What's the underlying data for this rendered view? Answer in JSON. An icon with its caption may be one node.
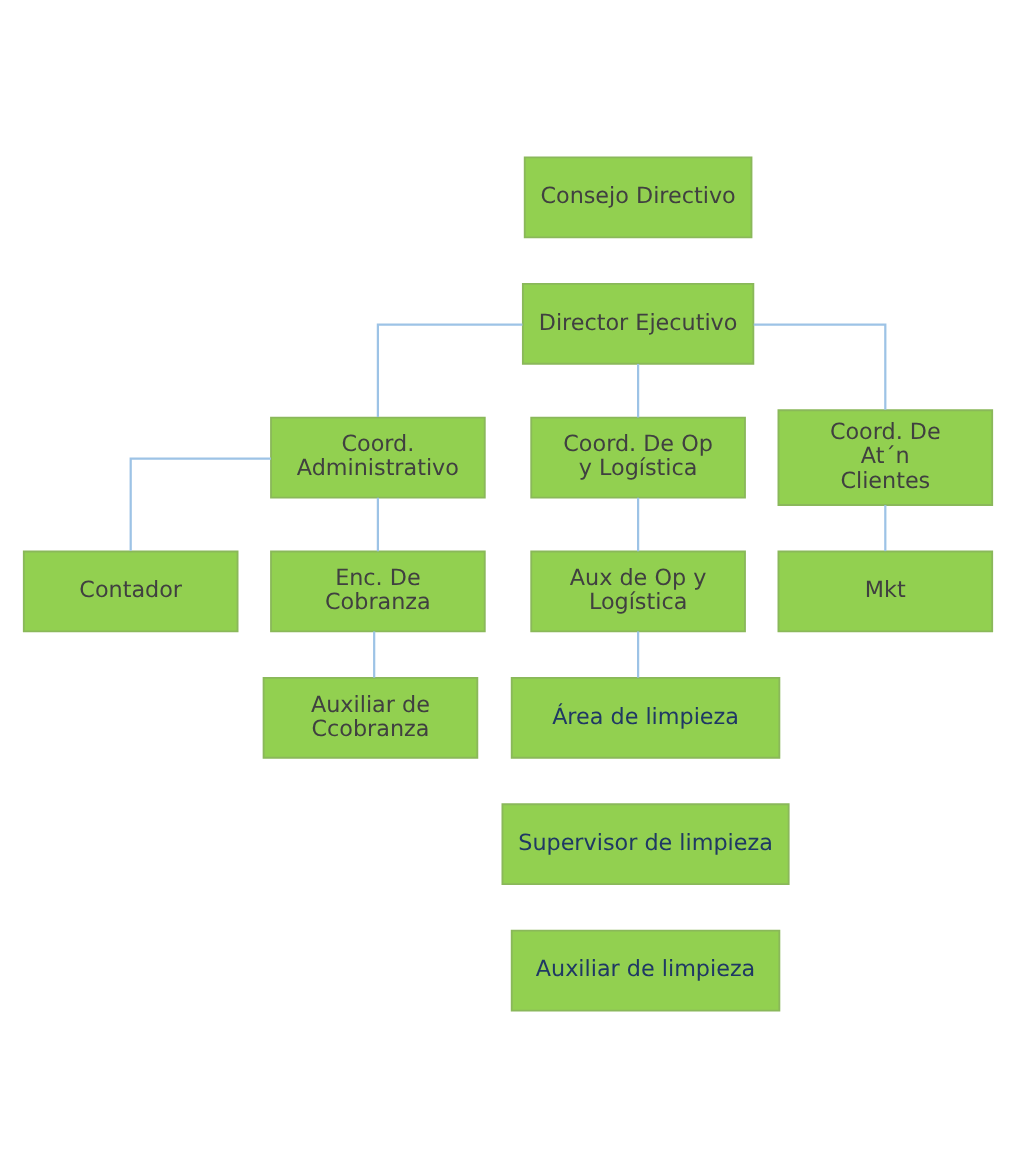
{
  "diagram": {
    "nodes": [
      {
        "text": [
          "Consejo Directivo"
        ]
      },
      {
        "text": [
          "Director Ejecutivo"
        ]
      },
      {
        "text": [
          "Coord. Administrativo"
        ]
      },
      {
        "text": [
          "Coord. De Op y Logística"
        ]
      },
      {
        "text": [
          "Coord. De At´n Clientes"
        ]
      },
      {
        "text": [
          "Contador"
        ]
      },
      {
        "text": [
          "Enc. De Cobranza"
        ]
      },
      {
        "text": [
          "Aux de Op y Logística"
        ]
      },
      {
        "text": [
          "Mkt"
        ]
      },
      {
        "text": [
          "Auxiliar de Ccobranza"
        ]
      },
      {
        "text": [
          "Área de limpieza"
        ]
      },
      {
        "text": [
          "Supervisor de limpieza"
        ]
      },
      {
        "text": [
          "Auxiliar de limpieza"
        ]
      }
    ],
    "edges": [
      {
        "from": 1,
        "to": 2,
        "arrow": "none"
      },
      {
        "from": 1,
        "to": 3,
        "arrow": "none"
      },
      {
        "from": 1,
        "to": 4,
        "arrow": "none"
      },
      {
        "from": 2,
        "to": 5,
        "arrow": "none"
      },
      {
        "from": 2,
        "to": 6,
        "arrow": "none"
      },
      {
        "from": 3,
        "to": 7,
        "arrow": "none"
      },
      {
        "from": 4,
        "to": 8,
        "arrow": "none"
      },
      {
        "from": 6,
        "to": 9,
        "arrow": "none"
      },
      {
        "from": 7,
        "to": 10,
        "arrow": "none"
      }
    ]
  }
}
